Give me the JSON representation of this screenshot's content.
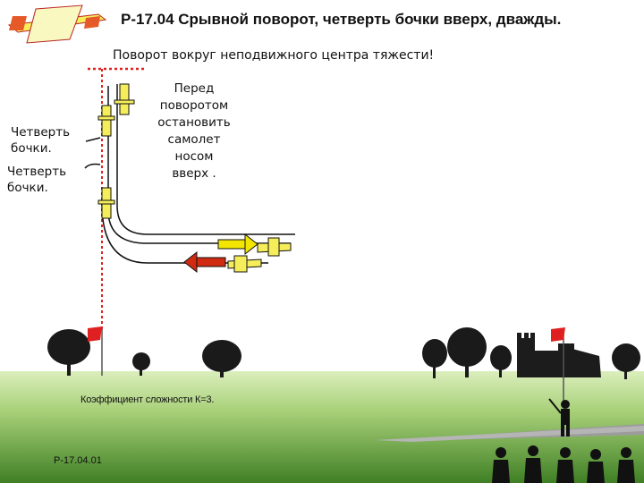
{
  "figure": {
    "title": "Р-17.04 Срывной поворот, четверть бочки вверх, дважды.",
    "subtitle": "Поворот вокруг неподвижного центра тяжести!",
    "note": "Перед\nповоротом\nостановить\nсамолет\nносом\nвверх .",
    "roll_label_1": "Четверть\nбочки.",
    "roll_label_2": "Четверть\nбочки.",
    "difficulty": "Коэффициент сложности К=3.",
    "code": "Р-17.04.01"
  },
  "colors": {
    "sky": "#ffffff",
    "grass_far": "#cfe6a8",
    "grass_near": "#4f8a2c",
    "runway": "#9a9a9a",
    "flight_path": "#111111",
    "dotted_guide": "#e02020",
    "arrow_entry": "#f2e600",
    "arrow_exit": "#d02a10",
    "plane_body": "#f5ee5a",
    "flag": "#e02020"
  },
  "icons": [
    "airplane-logo-icon",
    "airplane-icon",
    "arrow-icon",
    "flag-icon",
    "tree-icon",
    "castle-icon",
    "pilot-silhouette-icon",
    "spectator-icon"
  ]
}
